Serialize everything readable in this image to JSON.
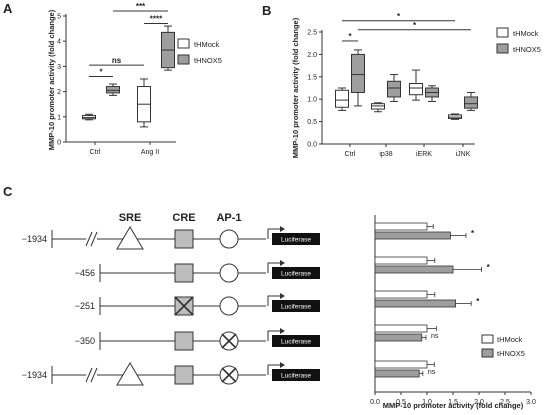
{
  "colors": {
    "white_box": "#ffffff",
    "grey_box": "#9e9e9e",
    "line": "#333333"
  },
  "panel_letters": [
    "A",
    "B",
    "C"
  ],
  "chart_data": [
    {
      "type": "box",
      "panel": "A",
      "ylabel": "MMP-10 promoter activity (fold change)",
      "ylim": [
        0,
        5
      ],
      "yticks": [
        "0",
        "1",
        "2",
        "3",
        "4",
        "5"
      ],
      "categories": [
        "Ctrl",
        "Ang II"
      ],
      "legend": [
        "tHMock",
        "tHNOX5"
      ],
      "series": [
        {
          "name": "tHMock",
          "boxes": [
            {
              "min": 0.88,
              "q1": 0.92,
              "median": 0.97,
              "q3": 1.05,
              "max": 1.1
            },
            {
              "min": 0.6,
              "q1": 0.8,
              "median": 1.5,
              "q3": 2.2,
              "max": 2.5
            }
          ]
        },
        {
          "name": "tHNOX5",
          "boxes": [
            {
              "min": 1.85,
              "q1": 1.95,
              "median": 2.05,
              "q3": 2.2,
              "max": 2.3
            },
            {
              "min": 2.85,
              "q1": 2.95,
              "median": 3.65,
              "q3": 4.35,
              "max": 4.6
            }
          ]
        }
      ],
      "significance": [
        {
          "label": "*",
          "y": 2.6,
          "from": 0,
          "to": 1
        },
        {
          "label": "ns",
          "y": 3.05,
          "from": 0,
          "to": 2
        },
        {
          "label": "****",
          "y": 4.7,
          "from": 2,
          "to": 3
        },
        {
          "label": "***",
          "y": 5.2,
          "from": 1,
          "to": 3
        }
      ]
    },
    {
      "type": "box",
      "panel": "B",
      "ylabel": "MMP-10 promoter activity (fold change)",
      "ylim": [
        0,
        2.5
      ],
      "yticks": [
        "0.0",
        "0.5",
        "1.0",
        "1.5",
        "2.0",
        "2.5"
      ],
      "categories": [
        "Ctrl",
        "ip38",
        "iERK",
        "iJNK"
      ],
      "legend": [
        "tHMock",
        "tHNOX5"
      ],
      "series": [
        {
          "name": "tHMock",
          "boxes": [
            {
              "min": 0.75,
              "q1": 0.82,
              "median": 0.98,
              "q3": 1.2,
              "max": 1.25
            },
            {
              "min": 0.72,
              "q1": 0.78,
              "median": 0.85,
              "q3": 0.9,
              "max": 0.92
            },
            {
              "min": 0.98,
              "q1": 1.1,
              "median": 1.25,
              "q3": 1.35,
              "max": 1.65
            },
            {
              "min": 0.55,
              "q1": 0.57,
              "median": 0.6,
              "q3": 0.65,
              "max": 0.67
            }
          ]
        },
        {
          "name": "tHNOX5",
          "boxes": [
            {
              "min": 0.85,
              "q1": 1.15,
              "median": 1.55,
              "q3": 2.0,
              "max": 2.1
            },
            {
              "min": 0.95,
              "q1": 1.05,
              "median": 1.25,
              "q3": 1.4,
              "max": 1.55
            },
            {
              "min": 0.95,
              "q1": 1.05,
              "median": 1.15,
              "q3": 1.25,
              "max": 1.3
            },
            {
              "min": 0.75,
              "q1": 0.8,
              "median": 0.9,
              "q3": 1.05,
              "max": 1.15
            }
          ]
        }
      ],
      "significance": [
        {
          "label": "*",
          "y": 2.3,
          "from": 0,
          "to": 1
        },
        {
          "label": "*",
          "y": 2.55,
          "from": 1,
          "to": 7
        },
        {
          "label": "*",
          "y": 2.75,
          "from": 0,
          "to": 6
        }
      ]
    },
    {
      "type": "bar",
      "panel": "C",
      "orientation": "horizontal",
      "xlabel": "MMP-10 promoter activity (fold change)",
      "xlim": [
        0,
        3
      ],
      "xticks": [
        "0.0",
        "0.5",
        "1.0",
        "1.5",
        "2.0",
        "2.5",
        "3.0"
      ],
      "constructs": [
        "-1934",
        "-456",
        "-251",
        "-350",
        "-1934"
      ],
      "legend": [
        "tHMock",
        "tHNOX5"
      ],
      "series": [
        {
          "name": "tHMock",
          "values": [
            1.0,
            1.0,
            1.0,
            1.0,
            1.0
          ],
          "errors": [
            0.12,
            0.15,
            0.15,
            0.18,
            0.14
          ]
        },
        {
          "name": "tHNOX5",
          "values": [
            1.45,
            1.5,
            1.55,
            0.9,
            0.85
          ],
          "errors": [
            0.3,
            0.55,
            0.3,
            0.08,
            0.07
          ]
        }
      ],
      "annotations": [
        "*",
        "*",
        "*",
        "ns",
        "ns"
      ]
    }
  ],
  "diagram": {
    "elements": [
      "SRE",
      "CRE",
      "AP-1"
    ],
    "reporter": "Luciferase",
    "positions": [
      "−1934",
      "−456",
      "−251",
      "−350",
      "−1934"
    ],
    "break_mark": "//"
  }
}
